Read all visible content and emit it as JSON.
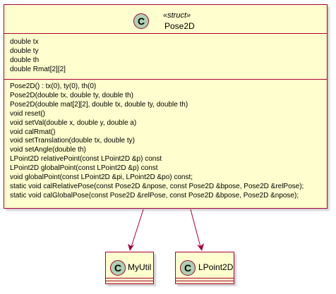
{
  "main_class": {
    "icon_letter": "C",
    "stereotype": "«struct»",
    "name": "Pose2D",
    "fields": [
      "double tx",
      "double ty",
      "double th",
      "double Rmat[2][2]"
    ],
    "methods": [
      "Pose2D() : tx(0), ty(0), th(0)",
      "Pose2D(double tx, double ty, double th)",
      "Pose2D(double mat[2][2], double tx, double ty, double th)",
      "void reset()",
      "void setVal(double x, double y, double a)",
      "void calRmat()",
      "void setTranslation(double tx, double ty)",
      "void setAngle(double th)",
      "LPoint2D relativePoint(const LPoint2D &p) const",
      "LPoint2D globalPoint(const LPoint2D &p) const",
      "void globalPoint(const LPoint2D &pi, LPoint2D &po) const;",
      "static void calRelativePose(const Pose2D &npose, const Pose2D &bpose, Pose2D &relPose);",
      "static void calGlobalPose(const Pose2D &relPose, const Pose2D &bpose, Pose2D &npose);"
    ]
  },
  "related_classes": [
    {
      "icon_letter": "C",
      "name": "MyUtil"
    },
    {
      "icon_letter": "C",
      "name": "LPoint2D"
    }
  ],
  "colors": {
    "class_fill": "#fefece",
    "border": "#a80036",
    "icon_fill": "#add1b2"
  }
}
